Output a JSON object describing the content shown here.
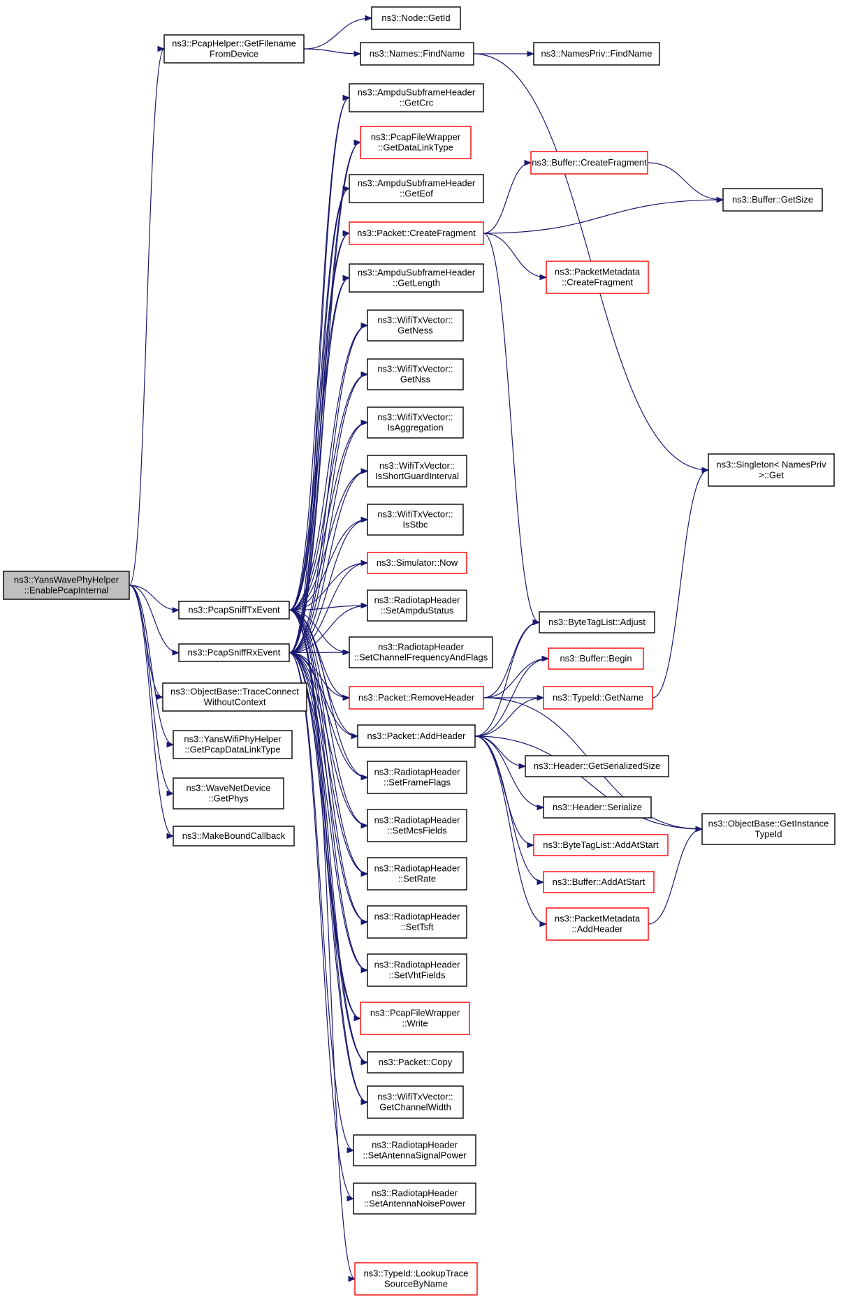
{
  "nodes": [
    {
      "id": "root",
      "lines": [
        "ns3::YansWavePhyHelper",
        "::EnablePcapInternal"
      ],
      "color": "root"
    },
    {
      "id": "pcapGetFilename",
      "lines": [
        "ns3::PcapHelper::GetFilename",
        "FromDevice"
      ],
      "color": "black"
    },
    {
      "id": "nodeGetId",
      "lines": [
        "ns3::Node::GetId"
      ],
      "color": "black"
    },
    {
      "id": "namesFindName",
      "lines": [
        "ns3::Names::FindName"
      ],
      "color": "black"
    },
    {
      "id": "namesPrivFindName",
      "lines": [
        "ns3::NamesPriv::FindName"
      ],
      "color": "black"
    },
    {
      "id": "ampduGetCrc",
      "lines": [
        "ns3::AmpduSubframeHeader",
        "::GetCrc"
      ],
      "color": "black"
    },
    {
      "id": "pcapGetDataLinkType",
      "lines": [
        "ns3::PcapFileWrapper",
        "::GetDataLinkType"
      ],
      "color": "red"
    },
    {
      "id": "bufCreateFragment",
      "lines": [
        "ns3::Buffer::CreateFragment"
      ],
      "color": "red"
    },
    {
      "id": "bufGetSize",
      "lines": [
        "ns3::Buffer::GetSize"
      ],
      "color": "black"
    },
    {
      "id": "ampduGetEof",
      "lines": [
        "ns3::AmpduSubframeHeader",
        "::GetEof"
      ],
      "color": "black"
    },
    {
      "id": "pktCreateFragment",
      "lines": [
        "ns3::Packet::CreateFragment"
      ],
      "color": "red"
    },
    {
      "id": "pmCreateFragment",
      "lines": [
        "ns3::PacketMetadata",
        "::CreateFragment"
      ],
      "color": "red"
    },
    {
      "id": "ampduGetLength",
      "lines": [
        "ns3::AmpduSubframeHeader",
        "::GetLength"
      ],
      "color": "black"
    },
    {
      "id": "wtvGetNess",
      "lines": [
        "ns3::WifiTxVector::",
        "GetNess"
      ],
      "color": "black"
    },
    {
      "id": "wtvGetNss",
      "lines": [
        "ns3::WifiTxVector::",
        "GetNss"
      ],
      "color": "black"
    },
    {
      "id": "wtvIsAggregation",
      "lines": [
        "ns3::WifiTxVector::",
        "IsAggregation"
      ],
      "color": "black"
    },
    {
      "id": "singletonGet",
      "lines": [
        "ns3::Singleton< NamesPriv",
        ">::Get"
      ],
      "color": "black"
    },
    {
      "id": "wtvIsShortGuard",
      "lines": [
        "ns3::WifiTxVector::",
        "IsShortGuardInterval"
      ],
      "color": "black"
    },
    {
      "id": "wtvIsStbc",
      "lines": [
        "ns3::WifiTxVector::",
        "IsStbc"
      ],
      "color": "black"
    },
    {
      "id": "simNow",
      "lines": [
        "ns3::Simulator::Now"
      ],
      "color": "red"
    },
    {
      "id": "sniffTx",
      "lines": [
        "ns3::PcapSniffTxEvent"
      ],
      "color": "black"
    },
    {
      "id": "rtSetAmpduStatus",
      "lines": [
        "ns3::RadiotapHeader",
        "::SetAmpduStatus"
      ],
      "color": "black"
    },
    {
      "id": "btlAdjust",
      "lines": [
        "ns3::ByteTagList::Adjust"
      ],
      "color": "black"
    },
    {
      "id": "sniffRx",
      "lines": [
        "ns3::PcapSniffRxEvent"
      ],
      "color": "black"
    },
    {
      "id": "rtSetChannelFreq",
      "lines": [
        "ns3::RadiotapHeader",
        "::SetChannelFrequencyAndFlags"
      ],
      "color": "black"
    },
    {
      "id": "bufBegin",
      "lines": [
        "ns3::Buffer::Begin"
      ],
      "color": "red"
    },
    {
      "id": "objTraceConnect",
      "lines": [
        "ns3::ObjectBase::TraceConnect",
        "WithoutContext"
      ],
      "color": "black"
    },
    {
      "id": "pktRemoveHeader",
      "lines": [
        "ns3::Packet::RemoveHeader"
      ],
      "color": "red"
    },
    {
      "id": "typeIdGetName",
      "lines": [
        "ns3::TypeId::GetName"
      ],
      "color": "red"
    },
    {
      "id": "pktAddHeader",
      "lines": [
        "ns3::Packet::AddHeader"
      ],
      "color": "black"
    },
    {
      "id": "yansGetPcapDLT",
      "lines": [
        "ns3::YansWifiPhyHelper",
        "::GetPcapDataLinkType"
      ],
      "color": "black"
    },
    {
      "id": "rtSetFrameFlags",
      "lines": [
        "ns3::RadiotapHeader",
        "::SetFrameFlags"
      ],
      "color": "black"
    },
    {
      "id": "hdrGetSerializedSize",
      "lines": [
        "ns3::Header::GetSerializedSize"
      ],
      "color": "black"
    },
    {
      "id": "waveGetPhys",
      "lines": [
        "ns3::WaveNetDevice",
        "::GetPhys"
      ],
      "color": "black"
    },
    {
      "id": "hdrSerialize",
      "lines": [
        "ns3::Header::Serialize"
      ],
      "color": "black"
    },
    {
      "id": "rtSetMcsFields",
      "lines": [
        "ns3::RadiotapHeader",
        "::SetMcsFields"
      ],
      "color": "black"
    },
    {
      "id": "objGetInstanceTypeId",
      "lines": [
        "ns3::ObjectBase::GetInstance",
        "TypeId"
      ],
      "color": "black"
    },
    {
      "id": "makeBoundCallback",
      "lines": [
        "ns3::MakeBoundCallback"
      ],
      "color": "black"
    },
    {
      "id": "btlAddAtStart",
      "lines": [
        "ns3::ByteTagList::AddAtStart"
      ],
      "color": "red"
    },
    {
      "id": "rtSetRate",
      "lines": [
        "ns3::RadiotapHeader",
        "::SetRate"
      ],
      "color": "black"
    },
    {
      "id": "bufAddAtStart",
      "lines": [
        "ns3::Buffer::AddAtStart"
      ],
      "color": "red"
    },
    {
      "id": "pmAddHeader",
      "lines": [
        "ns3::PacketMetadata",
        "::AddHeader"
      ],
      "color": "red"
    },
    {
      "id": "rtSetTsft",
      "lines": [
        "ns3::RadiotapHeader",
        "::SetTsft"
      ],
      "color": "black"
    },
    {
      "id": "rtSetVhtFields",
      "lines": [
        "ns3::RadiotapHeader",
        "::SetVhtFields"
      ],
      "color": "black"
    },
    {
      "id": "pcapWrite",
      "lines": [
        "ns3::PcapFileWrapper",
        "::Write"
      ],
      "color": "red"
    },
    {
      "id": "pktCopy",
      "lines": [
        "ns3::Packet::Copy"
      ],
      "color": "black"
    },
    {
      "id": "wtvGetChannelWidth",
      "lines": [
        "ns3::WifiTxVector::",
        "GetChannelWidth"
      ],
      "color": "black"
    },
    {
      "id": "rtSetAntennaSignal",
      "lines": [
        "ns3::RadiotapHeader",
        "::SetAntennaSignalPower"
      ],
      "color": "black"
    },
    {
      "id": "rtSetAntennaNoise",
      "lines": [
        "ns3::RadiotapHeader",
        "::SetAntennaNoisePower"
      ],
      "color": "black"
    },
    {
      "id": "typeIdLookupTrace",
      "lines": [
        "ns3::TypeId::LookupTrace",
        "SourceByName"
      ],
      "color": "red"
    }
  ],
  "edges": [
    [
      "root",
      "pcapGetFilename"
    ],
    [
      "root",
      "sniffTx"
    ],
    [
      "root",
      "sniffRx"
    ],
    [
      "root",
      "objTraceConnect"
    ],
    [
      "root",
      "yansGetPcapDLT"
    ],
    [
      "root",
      "waveGetPhys"
    ],
    [
      "root",
      "makeBoundCallback"
    ],
    [
      "pcapGetFilename",
      "nodeGetId"
    ],
    [
      "pcapGetFilename",
      "namesFindName"
    ],
    [
      "namesFindName",
      "namesPrivFindName"
    ],
    [
      "namesFindName",
      "singletonGet"
    ],
    [
      "pktCreateFragment",
      "bufCreateFragment"
    ],
    [
      "pktCreateFragment",
      "bufGetSize"
    ],
    [
      "pktCreateFragment",
      "pmCreateFragment"
    ],
    [
      "pktCreateFragment",
      "btlAdjust"
    ],
    [
      "bufCreateFragment",
      "bufGetSize"
    ],
    [
      "typeIdGetName",
      "singletonGet"
    ],
    [
      "pktRemoveHeader",
      "btlAdjust"
    ],
    [
      "pktRemoveHeader",
      "bufBegin"
    ],
    [
      "pktRemoveHeader",
      "typeIdGetName"
    ],
    [
      "pktRemoveHeader",
      "objGetInstanceTypeId"
    ],
    [
      "pktAddHeader",
      "btlAdjust"
    ],
    [
      "pktAddHeader",
      "bufBegin"
    ],
    [
      "pktAddHeader",
      "typeIdGetName"
    ],
    [
      "pktAddHeader",
      "objGetInstanceTypeId"
    ],
    [
      "pktAddHeader",
      "hdrGetSerializedSize"
    ],
    [
      "pktAddHeader",
      "hdrSerialize"
    ],
    [
      "pktAddHeader",
      "btlAddAtStart"
    ],
    [
      "pktAddHeader",
      "bufAddAtStart"
    ],
    [
      "pktAddHeader",
      "pmAddHeader"
    ],
    [
      "pmAddHeader",
      "objGetInstanceTypeId"
    ],
    [
      "objTraceConnect",
      "typeIdLookupTrace"
    ],
    [
      "sniffTx",
      "ampduGetCrc"
    ],
    [
      "sniffTx",
      "pcapGetDataLinkType"
    ],
    [
      "sniffTx",
      "ampduGetEof"
    ],
    [
      "sniffTx",
      "pktCreateFragment"
    ],
    [
      "sniffTx",
      "ampduGetLength"
    ],
    [
      "sniffTx",
      "wtvGetNess"
    ],
    [
      "sniffTx",
      "wtvGetNss"
    ],
    [
      "sniffTx",
      "wtvIsAggregation"
    ],
    [
      "sniffTx",
      "wtvIsShortGuard"
    ],
    [
      "sniffTx",
      "wtvIsStbc"
    ],
    [
      "sniffTx",
      "simNow"
    ],
    [
      "sniffTx",
      "rtSetAmpduStatus"
    ],
    [
      "sniffTx",
      "rtSetChannelFreq"
    ],
    [
      "sniffTx",
      "pktRemoveHeader"
    ],
    [
      "sniffTx",
      "pktAddHeader"
    ],
    [
      "sniffTx",
      "rtSetFrameFlags"
    ],
    [
      "sniffTx",
      "rtSetMcsFields"
    ],
    [
      "sniffTx",
      "rtSetRate"
    ],
    [
      "sniffTx",
      "rtSetTsft"
    ],
    [
      "sniffTx",
      "rtSetVhtFields"
    ],
    [
      "sniffTx",
      "pcapWrite"
    ],
    [
      "sniffTx",
      "pktCopy"
    ],
    [
      "sniffTx",
      "wtvGetChannelWidth"
    ],
    [
      "sniffRx",
      "ampduGetCrc"
    ],
    [
      "sniffRx",
      "pcapGetDataLinkType"
    ],
    [
      "sniffRx",
      "ampduGetEof"
    ],
    [
      "sniffRx",
      "pktCreateFragment"
    ],
    [
      "sniffRx",
      "ampduGetLength"
    ],
    [
      "sniffRx",
      "wtvGetNess"
    ],
    [
      "sniffRx",
      "wtvGetNss"
    ],
    [
      "sniffRx",
      "wtvIsAggregation"
    ],
    [
      "sniffRx",
      "wtvIsShortGuard"
    ],
    [
      "sniffRx",
      "wtvIsStbc"
    ],
    [
      "sniffRx",
      "simNow"
    ],
    [
      "sniffRx",
      "rtSetAmpduStatus"
    ],
    [
      "sniffRx",
      "rtSetChannelFreq"
    ],
    [
      "sniffRx",
      "pktRemoveHeader"
    ],
    [
      "sniffRx",
      "pktAddHeader"
    ],
    [
      "sniffRx",
      "rtSetFrameFlags"
    ],
    [
      "sniffRx",
      "rtSetMcsFields"
    ],
    [
      "sniffRx",
      "rtSetRate"
    ],
    [
      "sniffRx",
      "rtSetTsft"
    ],
    [
      "sniffRx",
      "rtSetVhtFields"
    ],
    [
      "sniffRx",
      "pcapWrite"
    ],
    [
      "sniffRx",
      "pktCopy"
    ],
    [
      "sniffRx",
      "wtvGetChannelWidth"
    ],
    [
      "sniffRx",
      "rtSetAntennaSignal"
    ],
    [
      "sniffRx",
      "rtSetAntennaNoise"
    ]
  ]
}
